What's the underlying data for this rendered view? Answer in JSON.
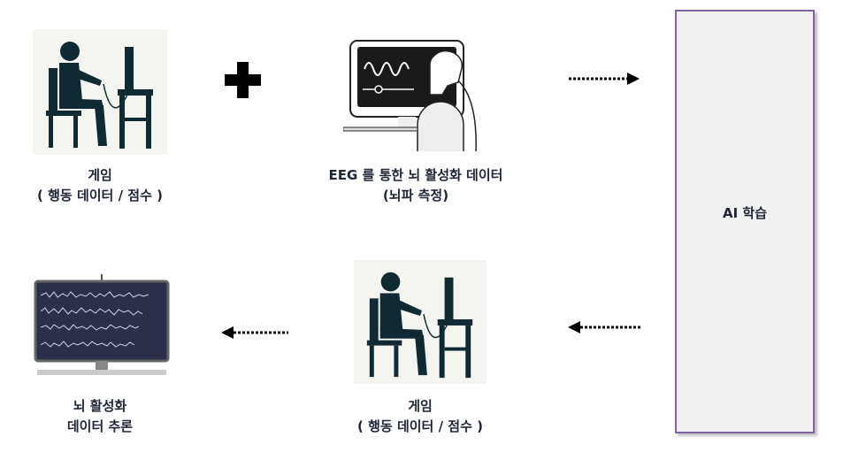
{
  "nodes": {
    "game_top": {
      "line1": "게임",
      "line2": "( 행동 데이터 / 점수 )"
    },
    "eeg": {
      "line1": "EEG 를 통한 뇌 활성화 데이터",
      "line2": "(뇌파 측정)"
    },
    "ai": {
      "label": "AI 학습"
    },
    "game_bottom": {
      "line1": "게임",
      "line2": "( 행동 데이터 / 점수 )"
    },
    "inference": {
      "line1": "뇌 활성화",
      "line2": "데이터 추론"
    }
  },
  "colors": {
    "text": "#1e2535",
    "box_border": "#8064a2",
    "box_fill": "#f1f1f1",
    "figure": "#0f2a33"
  }
}
